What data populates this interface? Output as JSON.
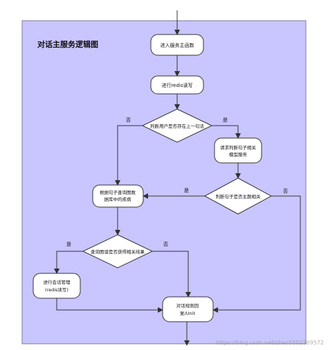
{
  "diagram": {
    "title": "对话主服务逻辑图",
    "nodes": {
      "enter_service": "进入服务主函数",
      "redis_read": "进行redis读写",
      "decision_user_sentence": "判断用户是否存在上一句话",
      "request_model_1": "请求判断句子相关",
      "request_model_2": "模型服务",
      "query_graph_1": "根据句子查询图数",
      "query_graph_2": "据库中的疾病",
      "decision_topic": "判断句子是否主题相关",
      "decision_graph_result": "查询图谱是否获得相关结果",
      "session_mgmt_1": "进行会话管理",
      "session_mgmt_2": "(redis读写)",
      "rule_reply_1": "对话规则回",
      "rule_reply_2": "复/Unit"
    },
    "edge_labels": {
      "no_1": "否",
      "yes_1": "是",
      "yes_2": "是",
      "no_2": "否",
      "yes_3": "是",
      "no_3": "否"
    }
  },
  "watermark": "https://blog.csdn.net/zhao5502169572",
  "colors": {
    "panel_fill": "#c9c5ff",
    "panel_border": "#7a7a9a",
    "node_fill": "#ffffff",
    "stroke": "#333333"
  }
}
